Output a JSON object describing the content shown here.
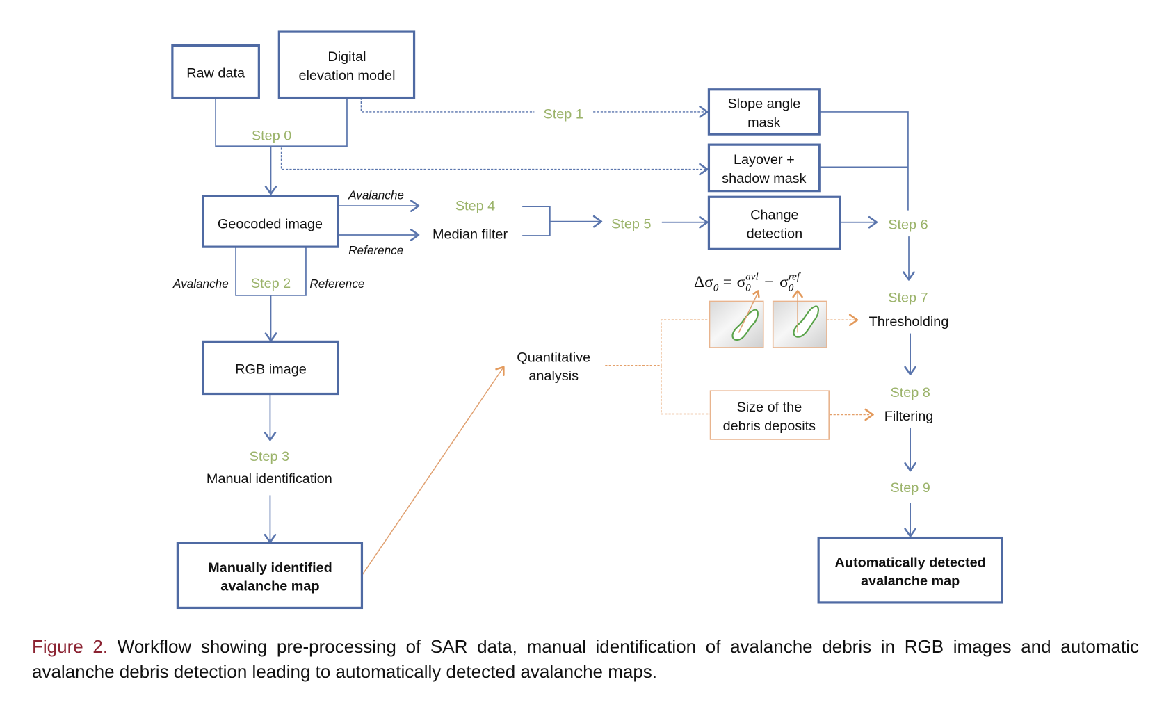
{
  "figure": {
    "boxes": {
      "raw_data": "Raw data",
      "dem_line1": "Digital",
      "dem_line2": "elevation model",
      "geocoded": "Geocoded image",
      "rgb": "RGB image",
      "manual_map_line1": "Manually identified",
      "manual_map_line2": "avalanche map",
      "slope_line1": "Slope angle",
      "slope_line2": "mask",
      "layover_line1": "Layover +",
      "layover_line2": "shadow mask",
      "change_line1": "Change",
      "change_line2": "detection",
      "debris_line1": "Size of the",
      "debris_line2": "debris deposits",
      "auto_map_line1": "Automatically detected",
      "auto_map_line2": "avalanche map"
    },
    "steps": [
      "Step 0",
      "Step 1",
      "Step 2",
      "Step 3",
      "Step 4",
      "Step 5",
      "Step 6",
      "Step 7",
      "Step 8",
      "Step 9"
    ],
    "process_labels": {
      "median_filter": "Median filter",
      "manual_identification": "Manual identification",
      "quantitative_line1": "Quantitative",
      "quantitative_line2": "analysis",
      "thresholding": "Thresholding",
      "filtering": "Filtering"
    },
    "edge_labels": {
      "avalanche": "Avalanche",
      "reference": "Reference"
    },
    "equation": {
      "lhs": "Δσ",
      "lhs_sub": "0",
      "equals": "=",
      "term1": "σ",
      "term1_sub": "0",
      "term1_sup": "avl",
      "minus": "−",
      "term2": "σ",
      "term2_sub": "0",
      "term2_sup": "ref"
    },
    "colors": {
      "box_border": "#4f6aa3",
      "arrow": "#5a75ad",
      "step_label": "#9bb36a",
      "quantitative_path": "#e39a5c",
      "outline_green": "#5aa34a",
      "caption_label": "#8b2332"
    }
  },
  "caption": {
    "label": "Figure 2.",
    "text": "Workflow showing pre-processing of SAR data, manual identification of avalanche debris in RGB images and automatic avalanche debris detection leading to automatically detected avalanche maps."
  }
}
